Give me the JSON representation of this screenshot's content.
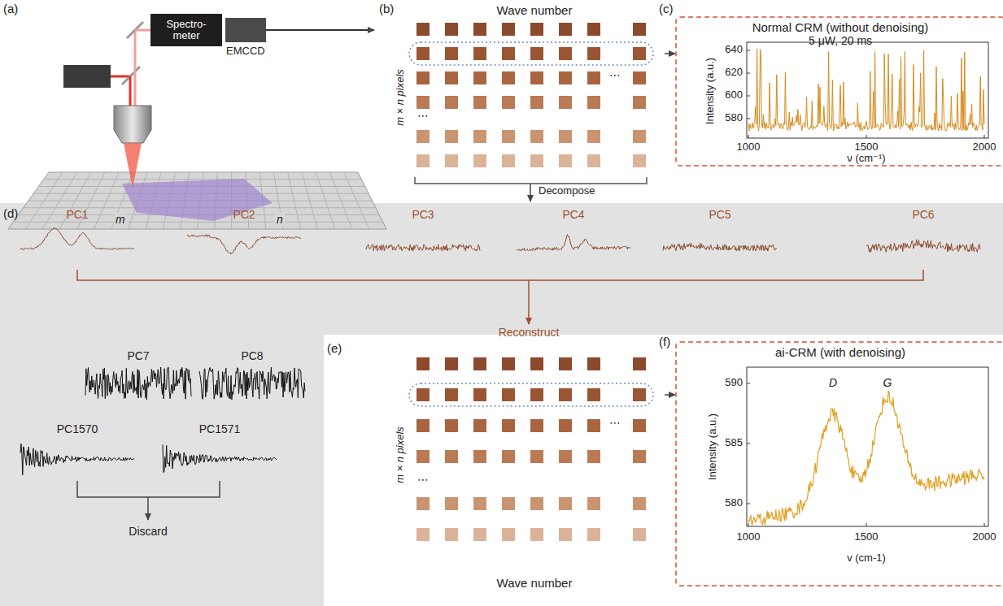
{
  "diagram": {
    "nodes": [
      {
        "text": [
          "Spectro- meter"
        ]
      },
      {
        "text": [
          "Wave number"
        ]
      },
      {
        "text": [
          "Normal CRM (without denoising)",
          "5 μW, 20 ms"
        ]
      },
      {
        "text": [
          "Wave number"
        ]
      },
      {
        "text": [
          "ai-CRM (with denoising)"
        ]
      }
    ],
    "edges": [
      {
        "from": 1,
        "to": 2,
        "arrow": "to"
      },
      {
        "from": 3,
        "to": 4,
        "arrow": "to"
      }
    ],
    "labels": [
      "(a)",
      "EMCCD",
      "m",
      "n",
      "(b)",
      "m × n pixels",
      "⋯",
      "⋯",
      "(c)",
      "Intensity (a.u.)",
      "640",
      "620",
      "600",
      "580",
      "1000",
      "1500",
      "2000",
      "ν (cm⁻¹)",
      "Decompose",
      "(d)",
      "PC1",
      "PC2",
      "PC3",
      "PC4",
      "PC5",
      "PC6",
      "PC7",
      "PC8",
      "PC1570",
      "PC1571",
      "Discard",
      "(e)",
      "Reconstruct",
      "m × n pixels",
      "⋯",
      "⋯",
      "(f)",
      "Intensity (a.u.)",
      "590",
      "585",
      "580",
      "1000",
      "1500",
      "2000",
      "v (cm-1)",
      "D",
      "G"
    ]
  }
}
